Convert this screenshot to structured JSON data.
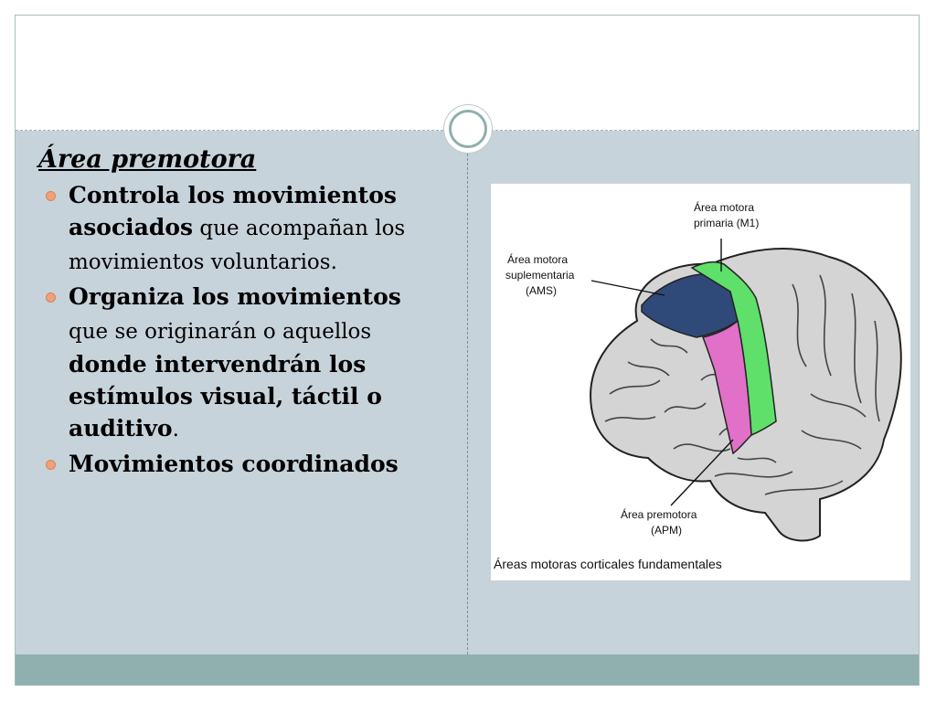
{
  "slide": {
    "heading": "Área premotora",
    "bullets": [
      {
        "parts": [
          {
            "text": "Controla los movimientos asociados",
            "bold": true
          },
          {
            "text": " que acompañan los movimientos voluntarios.",
            "bold": false
          }
        ]
      },
      {
        "parts": [
          {
            "text": "Organiza los movimientos",
            "bold": true
          },
          {
            "text": " que se originarán o aquellos ",
            "bold": false
          },
          {
            "text": "donde intervendrán los estímulos visual, táctil o auditivo",
            "bold": true
          },
          {
            "text": ".",
            "bold": false
          }
        ]
      },
      {
        "parts": [
          {
            "text": "Movimientos coordinados",
            "bold": true
          }
        ]
      }
    ]
  },
  "figure": {
    "label_m1_line1": "Área motora",
    "label_m1_line2": "primaria (M1)",
    "label_ams_line1": "Área motora",
    "label_ams_line2": "suplementaria",
    "label_ams_line3": "(AMS)",
    "label_apm_line1": "Área premotora",
    "label_apm_line2": "(APM)",
    "caption": "Áreas motoras corticales fundamentales",
    "colors": {
      "ams": "#2f4a78",
      "m1": "#5ee06a",
      "apm": "#e070c8",
      "cortex": "#d4d4d4"
    }
  },
  "theme": {
    "content_bg": "#c7d3da",
    "footer_bg": "#8fb0ae",
    "bullet_color": "#f2a07a"
  }
}
